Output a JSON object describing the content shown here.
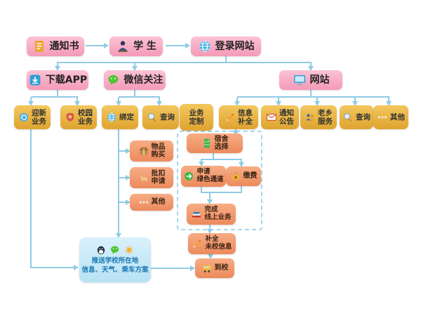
{
  "colors": {
    "pink_node": "#f6a9c1",
    "gold_node": "#e9b64a",
    "orange_node": "#f19a70",
    "push_box": "#c8e8f7",
    "connector": "#8fcbe4",
    "push_text": "#1777b5"
  },
  "nodes": {
    "notice": {
      "label": "通知书",
      "icon": "document-icon"
    },
    "student": {
      "label": "学 生",
      "icon": "student-icon"
    },
    "login": {
      "label": "登录网站",
      "icon": "globe-icon"
    },
    "app": {
      "label": "下载APP",
      "icon": "app-download-icon"
    },
    "wechat": {
      "label": "微信关注",
      "icon": "wechat-icon"
    },
    "website": {
      "label": "网站",
      "icon": "monitor-icon"
    },
    "orientation": {
      "label": "迎新\n业务",
      "icon": "orientation-icon"
    },
    "campus": {
      "label": "校园\n业务",
      "icon": "campus-badge-icon"
    },
    "bind": {
      "label": "绑定",
      "icon": "globe-icon"
    },
    "wechat_query": {
      "label": "查询",
      "icon": "magnifier-icon"
    },
    "custom": {
      "label": "业务\n定制"
    },
    "info_complete": {
      "label": "信息\n补全",
      "icon": "pencil-icon"
    },
    "announcement": {
      "label": "通知\n公告",
      "icon": "envelope-icon"
    },
    "hometown": {
      "label": "老乡\n服务",
      "icon": "people-icon"
    },
    "web_query": {
      "label": "查询",
      "icon": "magnifier-icon"
    },
    "web_other": {
      "label": "其他",
      "icon": "ellipsis-icon"
    },
    "goods": {
      "label": "物品\n购买",
      "icon": "package-icon"
    },
    "deduction": {
      "label": "批扣\n申请",
      "icon": "hand-icon"
    },
    "custom_other": {
      "label": "其他",
      "icon": "ellipsis-icon"
    },
    "dorm": {
      "label": "宿舍\n选择",
      "icon": "locker-icon"
    },
    "green_channel": {
      "label": "申请\n绿色通道",
      "icon": "green-channel-icon"
    },
    "pay": {
      "label": "缴费",
      "icon": "moneybag-icon"
    },
    "finish_online": {
      "label": "完成\n线上业务",
      "icon": "books-icon"
    },
    "fill_arrival": {
      "label": "补全\n未校信息",
      "icon": "pencil-icon"
    },
    "arrive": {
      "label": "到校",
      "icon": "bus-icon"
    },
    "push": {
      "label": "推送学校所在地\n信息、天气、乘车方案",
      "icons": [
        "qq-icon",
        "wechat-icon",
        "weather-sun-icon"
      ]
    }
  }
}
